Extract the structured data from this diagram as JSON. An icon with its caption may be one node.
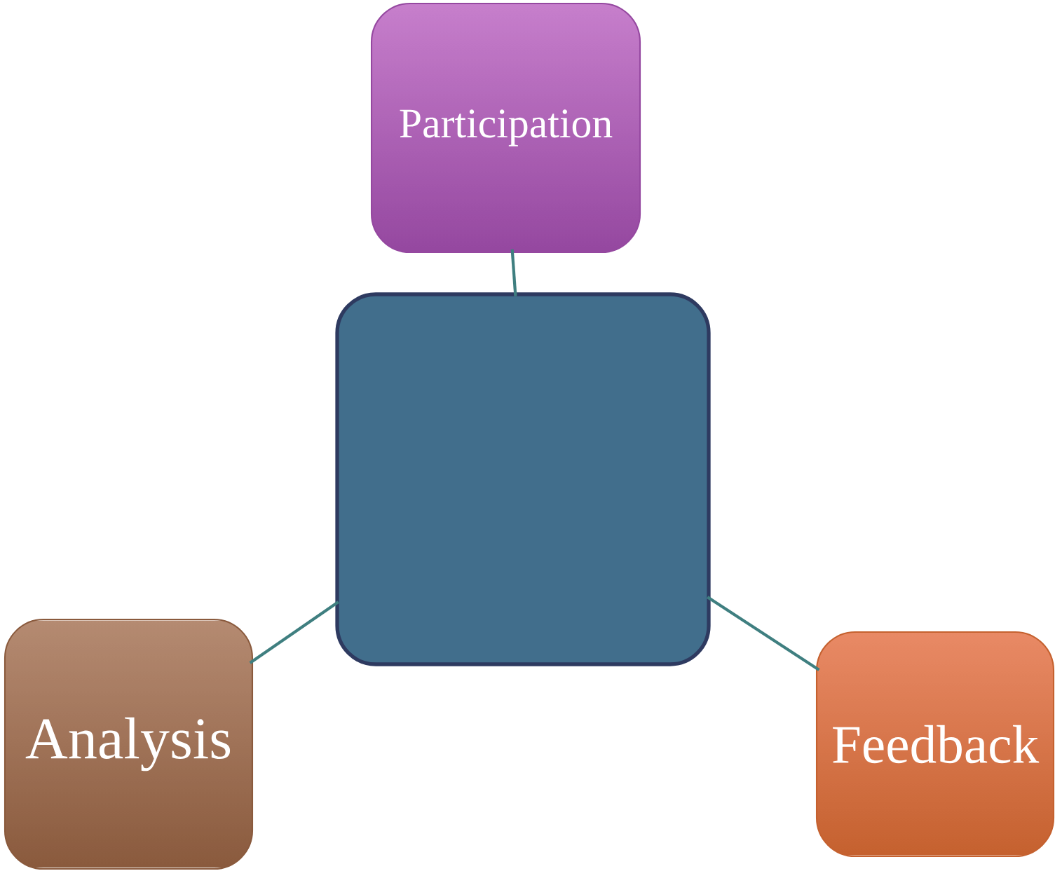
{
  "diagram": {
    "nodes": [
      {
        "text": [
          "Participation"
        ]
      },
      {
        "text": [],
        "shape": "box"
      },
      {
        "text": [
          "Analysis"
        ]
      },
      {
        "text": [
          "Feedback"
        ]
      }
    ],
    "edges": [
      {
        "from": 0,
        "to": 1,
        "arrow": "none"
      },
      {
        "from": 1,
        "to": 2,
        "arrow": "none"
      },
      {
        "from": 1,
        "to": 3,
        "arrow": "none"
      }
    ]
  }
}
